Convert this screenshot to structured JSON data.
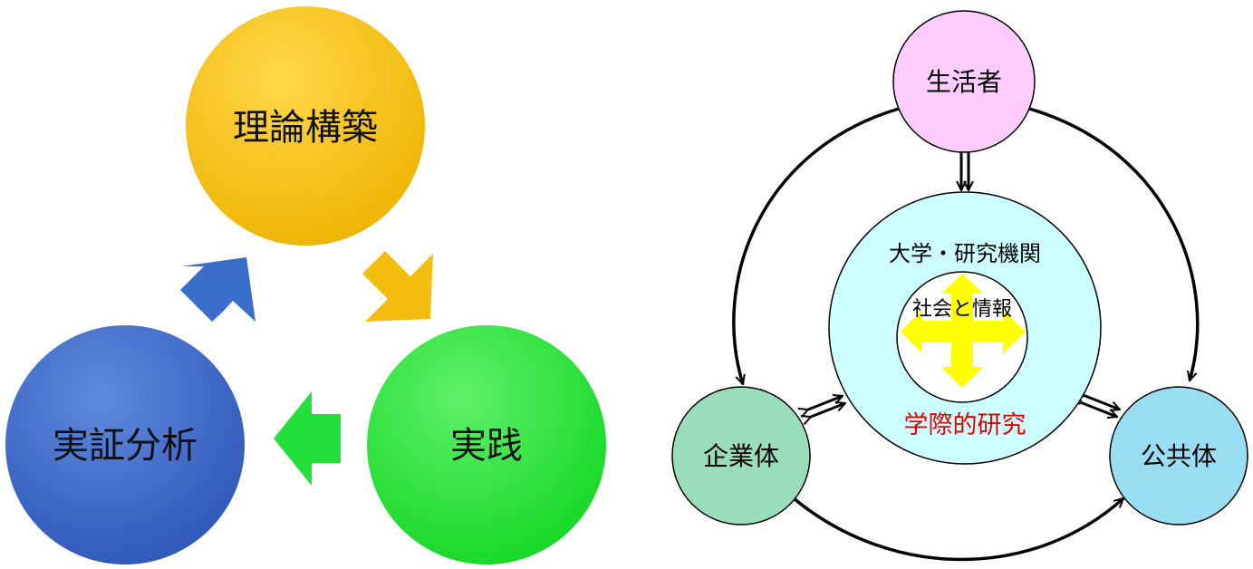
{
  "cycle": {
    "theory": "理論構築",
    "practice": "実践",
    "empirical": "実証分析"
  },
  "network": {
    "consumer": "生活者",
    "enterprise": "企業体",
    "public": "公共体",
    "university": "大学・研究機関",
    "society_info": "社会と情報",
    "interdisciplinary": "学際的研究"
  },
  "colors": {
    "theory": "#f2b800",
    "practice": "#1edc2e",
    "empirical": "#3a64c4",
    "consumer": "#ffccff",
    "enterprise": "#99ddbb",
    "public": "#99ddf2",
    "university": "#ccffff",
    "inner_arrows": "#ffff00",
    "accent_text": "#e60000"
  }
}
